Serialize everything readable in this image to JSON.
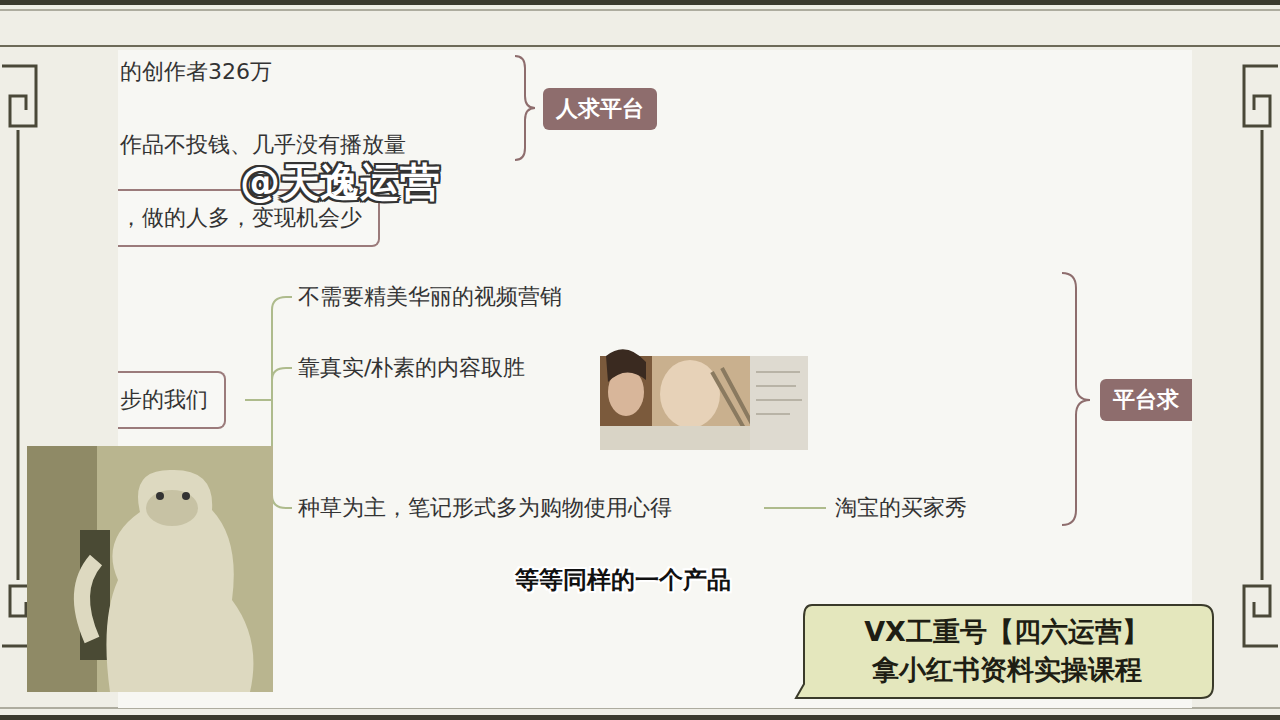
{
  "diagram": {
    "nodes": [
      {
        "text": [
          "人求平台"
        ]
      },
      {
        "text": [
          "，做的人多，变现机会少"
        ]
      },
      {
        "text": [
          "步的我们"
        ]
      },
      {
        "text": [
          "平台求"
        ]
      },
      {
        "text": [
          "VX工重号【四六运营】",
          "拿小红书资料实操课程"
        ]
      }
    ],
    "labels": [
      "的创作者326万",
      "作品不投钱、几乎没有播放量",
      "@天逸运营",
      "不需要精美华丽的视频营销",
      "靠真实/朴素的内容取胜",
      "种草为主，笔记形式多为购物使用心得",
      "淘宝的买家秀",
      "等等同样的一个产品"
    ]
  }
}
